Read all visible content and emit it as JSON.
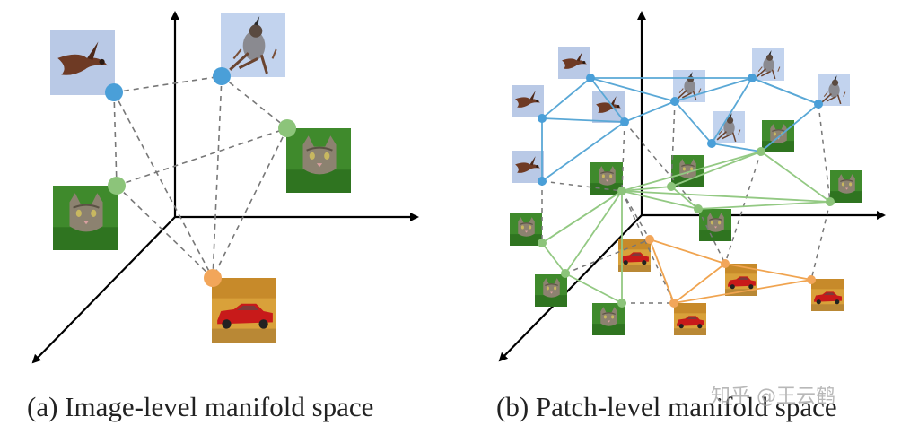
{
  "captions": {
    "a": "(a) Image-level manifold space",
    "b": "(b) Patch-level manifold space"
  },
  "watermark": "知乎 @王云鹤",
  "colors": {
    "bird": "#4a9fd8",
    "cat": "#8cc47a",
    "car": "#f2a65a",
    "bird_edge": "#5aa8d6",
    "cat_edge": "#93c983",
    "car_edge": "#f0a450",
    "dashed": "#777777",
    "axis": "#000000"
  },
  "icons": [
    "bird-image",
    "cat-image",
    "car-image"
  ]
}
